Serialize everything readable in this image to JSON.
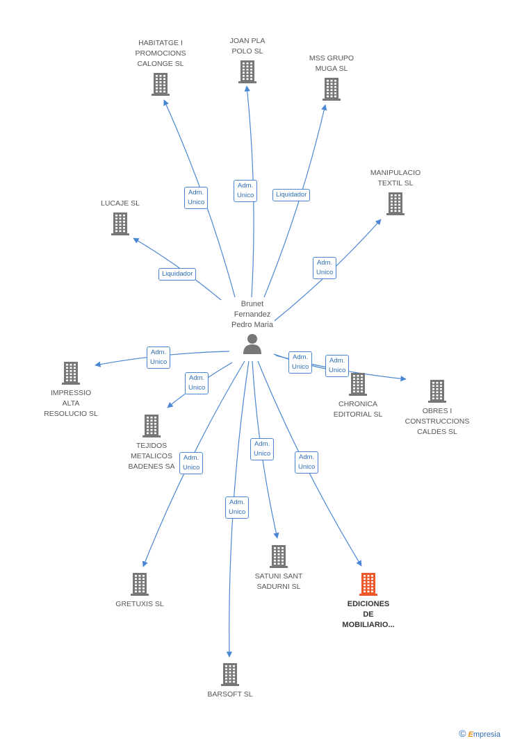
{
  "person": {
    "name_lines": [
      "Brunet",
      "Fernandez",
      "Pedro Maria"
    ],
    "icon": "person-icon"
  },
  "companies": [
    {
      "id": "habitatge",
      "lines": [
        "HABITATGE I",
        "PROMOCIONS",
        "CALONGE SL"
      ],
      "focus": false
    },
    {
      "id": "joanpla",
      "lines": [
        "JOAN PLA",
        "POLO SL"
      ],
      "focus": false
    },
    {
      "id": "mss",
      "lines": [
        "MSS GRUPO",
        "MUGA SL"
      ],
      "focus": false
    },
    {
      "id": "manipulacio",
      "lines": [
        "MANIPULACIO",
        "TEXTIL SL"
      ],
      "focus": false
    },
    {
      "id": "lucaje",
      "lines": [
        "LUCAJE SL"
      ],
      "focus": false
    },
    {
      "id": "impressio",
      "lines": [
        "IMPRESSIO",
        "ALTA",
        "RESOLUCIO SL"
      ],
      "focus": false
    },
    {
      "id": "tejidos",
      "lines": [
        "TEJIDOS",
        "METALICOS",
        "BADENES SA"
      ],
      "focus": false
    },
    {
      "id": "chronica",
      "lines": [
        "CHRONICA",
        "EDITORIAL SL"
      ],
      "focus": false
    },
    {
      "id": "obres",
      "lines": [
        "OBRES I",
        "CONSTRUCCIONS",
        "CALDES  SL"
      ],
      "focus": false
    },
    {
      "id": "gretuxis",
      "lines": [
        "GRETUXIS SL"
      ],
      "focus": false
    },
    {
      "id": "satuni",
      "lines": [
        "SATUNI SANT",
        "SADURNI SL"
      ],
      "focus": false
    },
    {
      "id": "ediciones",
      "lines": [
        "EDICIONES",
        "DE",
        "MOBILIARIO..."
      ],
      "focus": true
    },
    {
      "id": "barsoft",
      "lines": [
        "BARSOFT SL"
      ],
      "focus": false
    }
  ],
  "relations": [
    {
      "to": "habitatge",
      "role_lines": [
        "Adm.",
        "Unico"
      ]
    },
    {
      "to": "joanpla",
      "role_lines": [
        "Adm.",
        "Unico"
      ]
    },
    {
      "to": "mss",
      "role_lines": [
        "Liquidador"
      ]
    },
    {
      "to": "manipulacio",
      "role_lines": [
        "Adm.",
        "Unico"
      ]
    },
    {
      "to": "lucaje",
      "role_lines": [
        "Liquidador"
      ]
    },
    {
      "to": "impressio",
      "role_lines": [
        "Adm.",
        "Unico"
      ]
    },
    {
      "to": "tejidos",
      "role_lines": [
        "Adm.",
        "Unico"
      ]
    },
    {
      "to": "chronica",
      "role_lines": [
        "Adm.",
        "Unico"
      ]
    },
    {
      "to": "obres",
      "role_lines": [
        "Adm.",
        "Unico"
      ]
    },
    {
      "to": "gretuxis",
      "role_lines": [
        "Adm.",
        "Unico"
      ]
    },
    {
      "to": "satuni",
      "role_lines": [
        "Adm.",
        "Unico"
      ]
    },
    {
      "to": "ediciones",
      "role_lines": [
        "Adm.",
        "Unico"
      ]
    },
    {
      "to": "barsoft",
      "role_lines": [
        "Adm.",
        "Unico"
      ]
    }
  ],
  "colors": {
    "edge": "#4a86d4",
    "building": "#777777",
    "building_focus": "#f0582a",
    "person": "#777777"
  },
  "footer": {
    "copyright_symbol": "©",
    "brand_initial": "E",
    "brand_rest": "mpresia"
  }
}
